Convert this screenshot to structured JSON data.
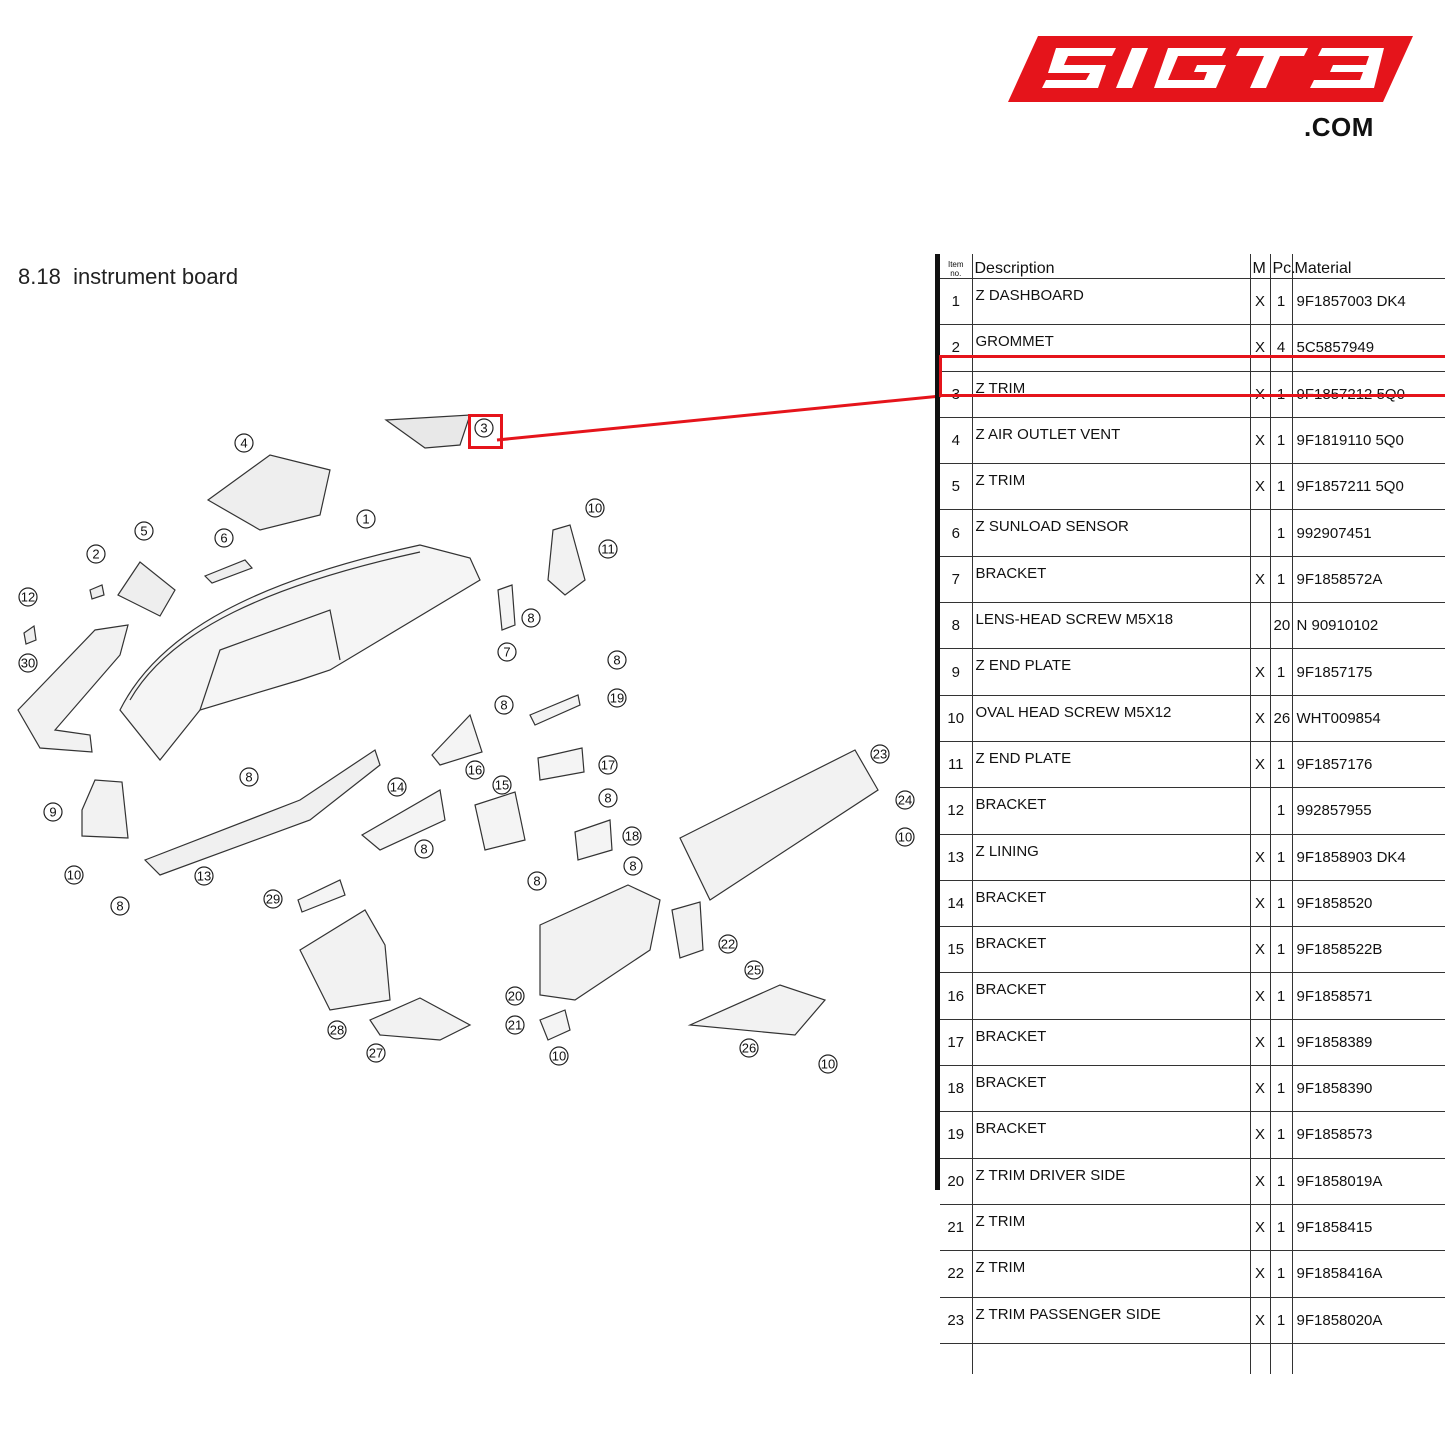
{
  "logo": {
    "brand": "5IGT3",
    "domain": ".COM",
    "color": "#e5141b"
  },
  "page": {
    "section_number": "8.18",
    "section_title": "instrument board"
  },
  "table": {
    "headers": {
      "item": "Item no.",
      "description": "Description",
      "m": "M",
      "pc": "Pc.",
      "material": "Material"
    },
    "rows": [
      {
        "item": "1",
        "description": "Z DASHBOARD",
        "m": "X",
        "pc": "1",
        "material": "9F1857003 DK4"
      },
      {
        "item": "2",
        "description": "GROMMET",
        "m": "X",
        "pc": "4",
        "material": "5C5857949"
      },
      {
        "item": "3",
        "description": "Z TRIM",
        "m": "X",
        "pc": "1",
        "material": "9F1857212 5Q0"
      },
      {
        "item": "4",
        "description": "Z AIR OUTLET VENT",
        "m": "X",
        "pc": "1",
        "material": "9F1819110 5Q0"
      },
      {
        "item": "5",
        "description": "Z TRIM",
        "m": "X",
        "pc": "1",
        "material": "9F1857211 5Q0"
      },
      {
        "item": "6",
        "description": "Z SUNLOAD SENSOR",
        "m": "",
        "pc": "1",
        "material": "992907451"
      },
      {
        "item": "7",
        "description": "BRACKET",
        "m": "X",
        "pc": "1",
        "material": "9F1858572A"
      },
      {
        "item": "8",
        "description": "LENS-HEAD SCREW M5X18",
        "m": "",
        "pc": "20",
        "material": "N 90910102"
      },
      {
        "item": "9",
        "description": "Z END PLATE",
        "m": "X",
        "pc": "1",
        "material": "9F1857175"
      },
      {
        "item": "10",
        "description": "OVAL HEAD SCREW M5X12",
        "m": "X",
        "pc": "26",
        "material": "WHT009854"
      },
      {
        "item": "11",
        "description": "Z END PLATE",
        "m": "X",
        "pc": "1",
        "material": "9F1857176"
      },
      {
        "item": "12",
        "description": "BRACKET",
        "m": "",
        "pc": "1",
        "material": "992857955"
      },
      {
        "item": "13",
        "description": "Z LINING",
        "m": "X",
        "pc": "1",
        "material": "9F1858903 DK4"
      },
      {
        "item": "14",
        "description": "BRACKET",
        "m": "X",
        "pc": "1",
        "material": "9F1858520"
      },
      {
        "item": "15",
        "description": "BRACKET",
        "m": "X",
        "pc": "1",
        "material": "9F1858522B"
      },
      {
        "item": "16",
        "description": "BRACKET",
        "m": "X",
        "pc": "1",
        "material": "9F1858571"
      },
      {
        "item": "17",
        "description": "BRACKET",
        "m": "X",
        "pc": "1",
        "material": "9F1858389"
      },
      {
        "item": "18",
        "description": "BRACKET",
        "m": "X",
        "pc": "1",
        "material": "9F1858390"
      },
      {
        "item": "19",
        "description": "BRACKET",
        "m": "X",
        "pc": "1",
        "material": "9F1858573"
      },
      {
        "item": "20",
        "description": "Z TRIM DRIVER SIDE",
        "m": "X",
        "pc": "1",
        "material": "9F1858019A"
      },
      {
        "item": "21",
        "description": "Z TRIM",
        "m": "X",
        "pc": "1",
        "material": "9F1858415"
      },
      {
        "item": "22",
        "description": "Z TRIM",
        "m": "X",
        "pc": "1",
        "material": "9F1858416A"
      },
      {
        "item": "23",
        "description": "Z TRIM PASSENGER SIDE",
        "m": "X",
        "pc": "1",
        "material": "9F1858020A"
      }
    ],
    "highlighted_item": "3",
    "highlight_color": "#e5141b"
  },
  "diagram": {
    "callouts": [
      {
        "label": "1"
      },
      {
        "label": "2"
      },
      {
        "label": "3"
      },
      {
        "label": "4"
      },
      {
        "label": "5"
      },
      {
        "label": "6"
      },
      {
        "label": "7"
      },
      {
        "label": "8"
      },
      {
        "label": "8"
      },
      {
        "label": "8"
      },
      {
        "label": "8"
      },
      {
        "label": "8"
      },
      {
        "label": "8"
      },
      {
        "label": "8"
      },
      {
        "label": "8"
      },
      {
        "label": "8"
      },
      {
        "label": "9"
      },
      {
        "label": "10"
      },
      {
        "label": "10"
      },
      {
        "label": "10"
      },
      {
        "label": "10"
      },
      {
        "label": "10"
      },
      {
        "label": "11"
      },
      {
        "label": "12"
      },
      {
        "label": "13"
      },
      {
        "label": "14"
      },
      {
        "label": "15"
      },
      {
        "label": "16"
      },
      {
        "label": "17"
      },
      {
        "label": "18"
      },
      {
        "label": "19"
      },
      {
        "label": "20"
      },
      {
        "label": "21"
      },
      {
        "label": "22"
      },
      {
        "label": "23"
      },
      {
        "label": "24"
      },
      {
        "label": "25"
      },
      {
        "label": "26"
      },
      {
        "label": "27"
      },
      {
        "label": "28"
      },
      {
        "label": "29"
      },
      {
        "label": "30"
      }
    ]
  }
}
